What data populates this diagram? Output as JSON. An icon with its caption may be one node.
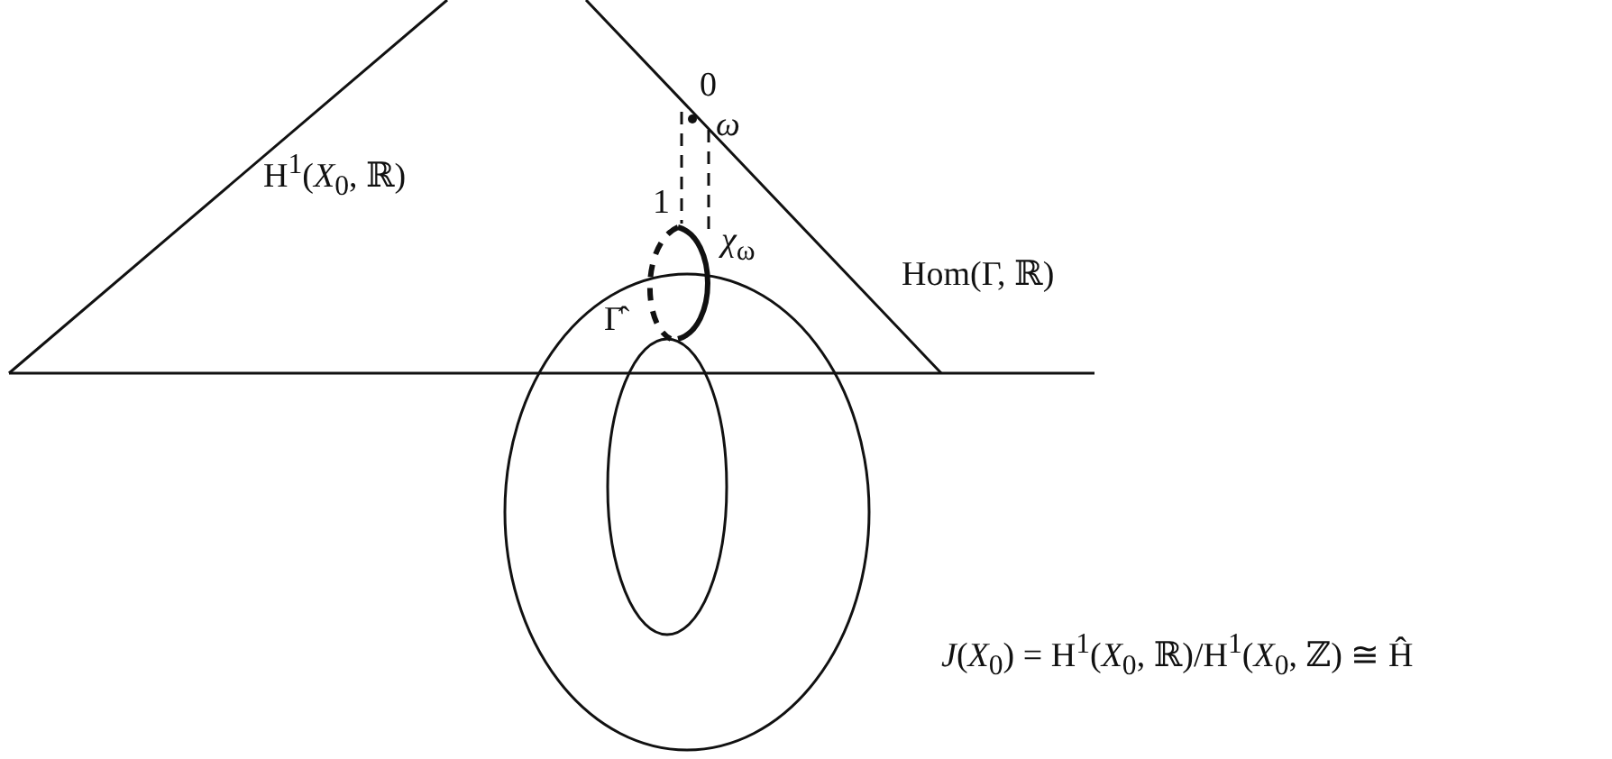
{
  "diagram": {
    "labels": [
      "0",
      "*ω*",
      "H$^{1}$(*X*$_{0}$, ℝ)",
      "1",
      "*χ*$_{ω}$",
      "Hom(Γ, ℝ)",
      "Γ̂",
      "*J*(*X*$_{0}$) = H$^{1}$(*X*$_{0}$, ℝ)/H$^{1}$(*X*$_{0}$, ℤ) ≅ Ĥ"
    ]
  }
}
